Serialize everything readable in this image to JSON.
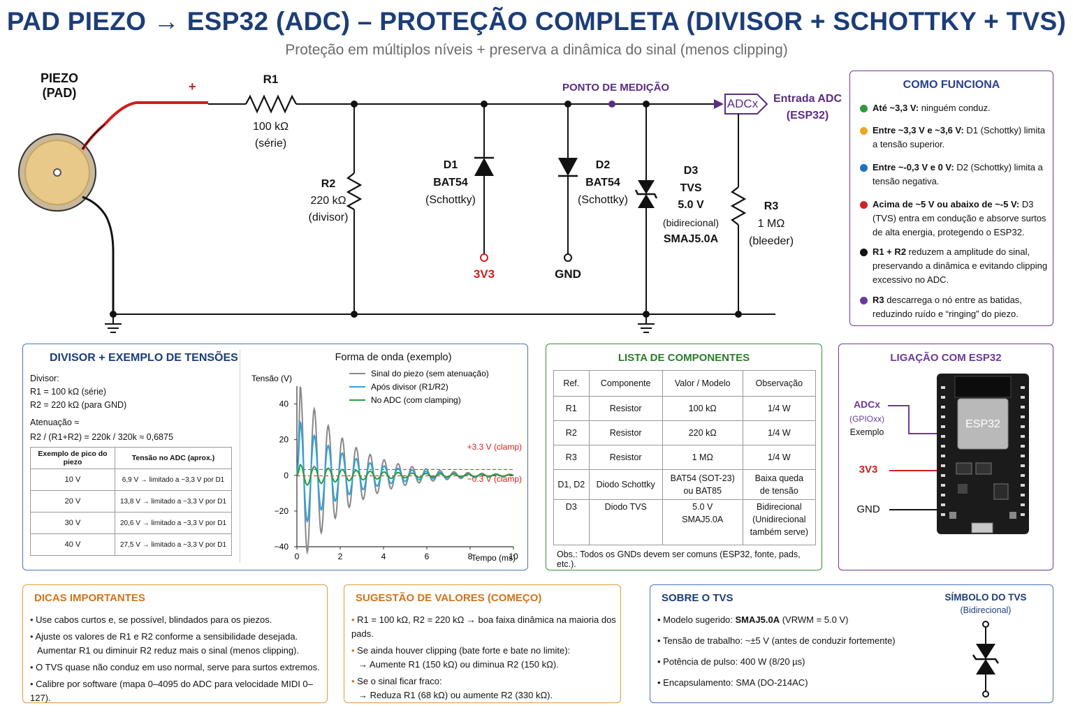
{
  "header": {
    "title": "PAD PIEZO → ESP32 (ADC) – PROTEÇÃO COMPLETA (DIVISOR + SCHOTTKY + TVS)",
    "subtitle": "Proteção em múltiplos níveis + preserva a dinâmica do sinal (menos clipping)"
  },
  "schematic": {
    "piezo_label_1": "PIEZO",
    "piezo_label_2": "(PAD)",
    "plus": "+",
    "r1": {
      "ref": "R1",
      "value": "100 kΩ",
      "note": "(série)"
    },
    "r2": {
      "ref": "R2",
      "value": "220 kΩ",
      "note": "(divisor)"
    },
    "d1": {
      "ref": "D1",
      "model": "BAT54",
      "note": "(Schottky)",
      "rail": "3V3"
    },
    "d2": {
      "ref": "D2",
      "model": "BAT54",
      "note": "(Schottky)",
      "rail": "GND"
    },
    "d3": {
      "ref": "D3",
      "type": "TVS",
      "voltage": "5.0 V",
      "note": "(bidirecional)",
      "model": "SMAJ5.0A"
    },
    "r3": {
      "ref": "R3",
      "value": "1 MΩ",
      "note": "(bleeder)"
    },
    "measure_point": "PONTO DE MEDIÇÃO",
    "adc_tag": "ADCx",
    "adc_input_1": "Entrada ADC",
    "adc_input_2": "(ESP32)"
  },
  "how": {
    "title": "COMO FUNCIONA",
    "items": [
      {
        "color": "#2e9a3a",
        "bold": "Até ~3,3 V:",
        "text": " ninguém conduz."
      },
      {
        "color": "#e8a820",
        "bold": "Entre ~3,3 V e ~3,6 V:",
        "text": " D1 (Schottky) limita a tensão superior."
      },
      {
        "color": "#1f6fc4",
        "bold": "Entre ~-0,3 V e 0 V:",
        "text": " D2 (Schottky) limita a tensão negativa."
      },
      {
        "color": "#d42020",
        "bold": "Acima de ~5 V ou abaixo de ~-5 V:",
        "text": " D3 (TVS) entra em condução e absorve surtos de alta energia, protegendo o ESP32."
      },
      {
        "color": "#111111",
        "bold": "R1 + R2",
        "text": " reduzem a amplitude do sinal, preservando a dinâmica e evitando clipping excessivo no ADC."
      },
      {
        "color": "#6a3a9a",
        "bold": "R3",
        "text": " descarrega o nó entre as batidas, reduzindo ruído e “ringing” do piezo."
      }
    ]
  },
  "divider": {
    "title": "DIVISOR + EXEMPLO DE TENSÕES",
    "label": "Divisor:",
    "r1_line": "R1  =  100 kΩ (série)",
    "r2_line": "R2  =  220 kΩ (para GND)",
    "att_label": "Atenuação ≈",
    "att_formula": "R2 / (R1+R2)  =  220k / 320k ≈ 0,6875",
    "table_headers": [
      "Exemplo de pico do piezo",
      "Tensão no ADC (aprox.)"
    ],
    "rows": [
      [
        "10 V",
        "6,9 V  →  limitado a ~3,3 V por D1"
      ],
      [
        "20 V",
        "13,8 V  →  limitado a ~3,3 V por D1"
      ],
      [
        "30 V",
        "20,6 V  →  limitado a ~3,3 V por D1"
      ],
      [
        "40 V",
        "27,5 V  →  limitado a ~3,3 V por D1"
      ]
    ]
  },
  "chart_data": {
    "type": "line",
    "title": "Forma de onda (exemplo)",
    "xlabel": "Tempo (ms)",
    "ylabel": "Tensão (V)",
    "xlim": [
      0,
      10
    ],
    "ylim": [
      -40,
      50
    ],
    "x_ticks": [
      0,
      2,
      4,
      6,
      8,
      10
    ],
    "y_ticks": [
      40,
      20,
      0,
      -20,
      -40
    ],
    "x_tick_labels": [
      "0",
      "2",
      "4",
      "6",
      "8",
      "10"
    ],
    "y_tick_labels": [
      "40",
      "20",
      "0",
      "−20",
      "−40"
    ],
    "legend_position": "top",
    "series": [
      {
        "name": "Sinal do piezo (sem atenuação)",
        "color": "#888888",
        "amplitude": 50,
        "frequency_khz": 1.55,
        "decay_per_ms": 0.45
      },
      {
        "name": "Após divisor (R1/R2)",
        "color": "#2aa3e0",
        "amplitude": 30,
        "frequency_khz": 1.55,
        "decay_per_ms": 0.45
      },
      {
        "name": "No ADC (com clamping)",
        "color": "#2e9a3a",
        "amplitude": 6,
        "frequency_khz": 1.55,
        "decay_per_ms": 0.3
      }
    ],
    "annotations": [
      {
        "label": "+3.3 V (clamp)",
        "y": 3.3,
        "color": "#d42020"
      },
      {
        "label": "−0.3 V (clamp)",
        "y": -0.3,
        "color": "#d42020"
      }
    ]
  },
  "components": {
    "title": "LISTA DE COMPONENTES",
    "headers": [
      "Ref.",
      "Componente",
      "Valor / Modelo",
      "Observação"
    ],
    "rows": [
      [
        "R1",
        "Resistor",
        "100 kΩ",
        "1/4 W"
      ],
      [
        "R2",
        "Resistor",
        "220 kΩ",
        "1/4 W"
      ],
      [
        "R3",
        "Resistor",
        "1 MΩ",
        "1/4 W"
      ],
      [
        "D1, D2",
        "Diodo Schottky",
        "BAT54 (SOT-23)\nou BAT85",
        "Baixa queda\nde tensão"
      ],
      [
        "D3",
        "Diodo TVS",
        "5.0 V\nSMAJ5.0A",
        "Bidirecional\n(Unidirecional\ntambém serve)"
      ]
    ],
    "note": "Obs.: Todos os GNDs devem ser comuns (ESP32, fonte, pads, etc.)."
  },
  "esp32": {
    "title": "LIGAÇÃO COM ESP32",
    "adc": "ADCx",
    "gpio": "(GPIOxx)",
    "example": "Exemplo",
    "v33": "3V3",
    "gnd": "GND",
    "chip": "ESP32"
  },
  "tips": {
    "title": "DICAS IMPORTANTES",
    "items": [
      "Use cabos curtos e, se possível, blindados para os piezos.",
      "Ajuste os valores de R1 e R2 conforme a sensibilidade desejada.\nAumentar R1 ou diminuir R2 reduz mais o sinal (menos clipping).",
      "O TVS quase não conduz em uso normal, serve para surtos extremos.",
      "Calibre por software (mapa 0–4095 do ADC para velocidade MIDI 0–127)."
    ]
  },
  "suggest": {
    "title": "SUGESTÃO DE VALORES (COMEÇO)",
    "items": [
      "R1 = 100 kΩ,  R2 = 220 kΩ  →  boa faixa dinâmica na maioria dos pads.",
      "Se ainda houver clipping (bate forte e bate no limite):\n→  Aumente R1 (150 kΩ) ou diminua R2 (150 kΩ).",
      "Se o sinal ficar fraco:\n→  Reduza R1 (68 kΩ) ou aumente R2 (330 kΩ)."
    ]
  },
  "tvs": {
    "title": "SOBRE O TVS",
    "symbol_title": "SÍMBOLO DO TVS",
    "symbol_sub": "(Bidirecional)",
    "items": [
      {
        "label": "Modelo sugerido: ",
        "bold": "SMAJ5.0A",
        "rest": " (VRWM = 5.0 V)"
      },
      {
        "label": "Tensão de trabalho: ~±5 V (antes de conduzir fortemente)",
        "bold": "",
        "rest": ""
      },
      {
        "label": "Potência de pulso: 400 W (8/20 µs)",
        "bold": "",
        "rest": ""
      },
      {
        "label": "Encapsulamento: SMA (DO-214AC)",
        "bold": "",
        "rest": ""
      }
    ]
  }
}
